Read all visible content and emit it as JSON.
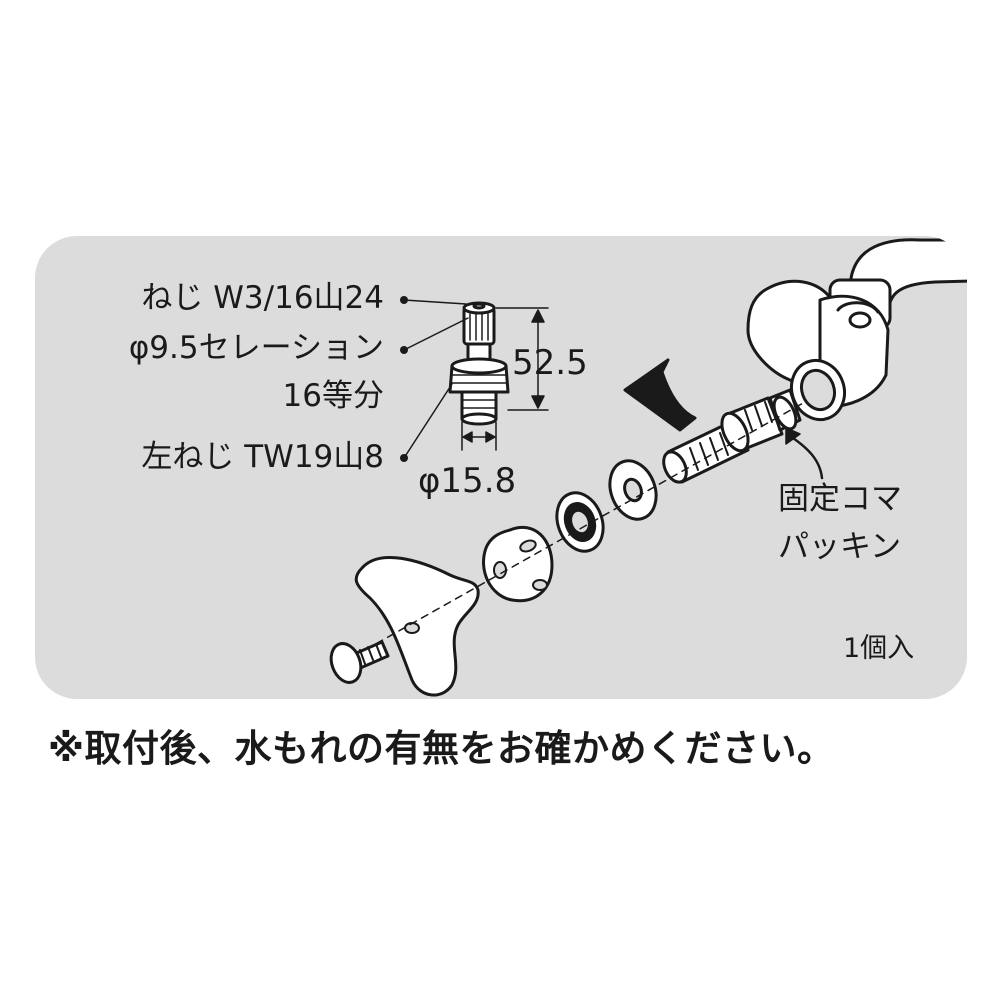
{
  "specs": {
    "thread": "ねじ W3/16山24",
    "serration_line1": "φ9.5セレーション",
    "serration_line2": "16等分",
    "left_thread": "左ねじ TW19山8"
  },
  "dimensions": {
    "height": "52.5",
    "diameter": "φ15.8"
  },
  "callout": {
    "line1": "固定コマ",
    "line2": "パッキン"
  },
  "quantity": "1個入",
  "note": "※取付後、水もれの有無をお確かめください。",
  "colors": {
    "panel": "#dcdcdd",
    "ink": "#1a1a1a",
    "part_fill": "#ffffff"
  }
}
